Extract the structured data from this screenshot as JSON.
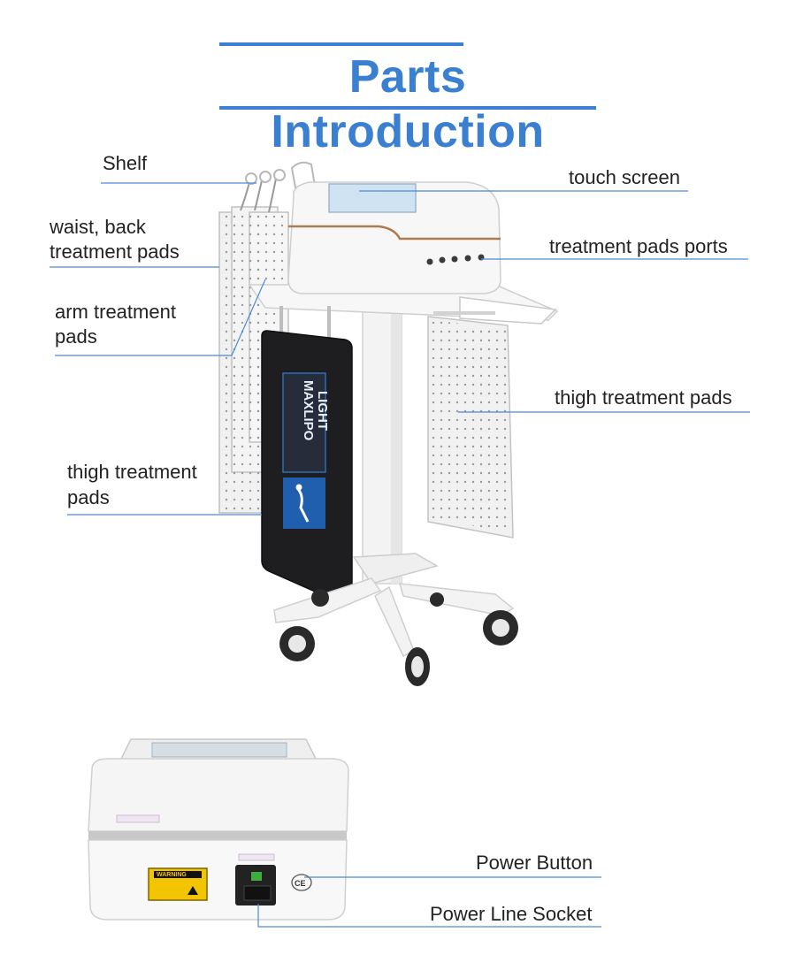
{
  "title": "Parts Introduction",
  "labels": {
    "shelf": "Shelf",
    "waist_back_1": "waist, back",
    "waist_back_2": "treatment pads",
    "arm_1": "arm treatment",
    "arm_2": "pads",
    "thigh_left_1": "thigh treatment",
    "thigh_left_2": "pads",
    "touch_screen": "touch screen",
    "ports": "treatment pads ports",
    "thigh_right": "thigh treatment pads",
    "power_button": "Power Button",
    "power_socket": "Power Line Socket"
  },
  "device": {
    "pad_brand_1": "MAXLIPO",
    "pad_brand_2": "LIGHT",
    "warning": "WARNING",
    "icons": {
      "ce": "ce-mark-icon",
      "warning": "warning-triangle-icon"
    }
  },
  "colors": {
    "accent": "#3a7fd0",
    "pad_dark": "#1e1e20",
    "pad_blue": "#1f5fae",
    "device_body": "#f5f5f5",
    "warning_yellow": "#f2c500",
    "trim": "#b07a4e"
  }
}
